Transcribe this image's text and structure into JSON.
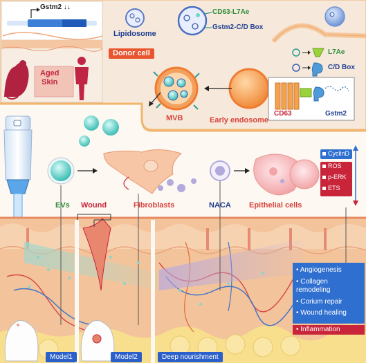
{
  "colors": {
    "donor_bg": "#f4e4d3",
    "cell_border": "#f1b56c",
    "accent_red": "#e8552e",
    "ev_teal": "#4cc6bf",
    "skin_peach": "#f3c49b",
    "fat_yellow": "#f7dd86",
    "blue_box": "#2f6fd0",
    "red_box": "#c8243a",
    "dark_navy": "#1f3f8f"
  },
  "top": {
    "gene_label": "Gstm2",
    "gene_arrows": "↓↓",
    "aged_skin": "Aged\nSkin",
    "lipidosome": "Lipidosome",
    "cd63_l7ae": "CD63-L7Ae",
    "gstm2_cd_box": "Gstm2-C/D Box",
    "donor_cell": "Donor cell",
    "l7ae": "L7Ae",
    "cd_box": "C/D Box",
    "mvb": "MVB",
    "early_endosome": "Early endosome",
    "cd63": "CD63",
    "gstm2": "Gstm2"
  },
  "middle": {
    "evs": "EVs",
    "wound": "Wound",
    "fibroblasts": "Fibroblasts",
    "naca": "NACA",
    "epithelial_cells": "Epithelial cells",
    "markers_up": [
      "CyclinD"
    ],
    "markers_down": [
      "ROS",
      "p-ERK",
      "ETS"
    ]
  },
  "bottom": {
    "model1": "Model1",
    "model2": "Model2",
    "deep_nourishment": "Deep nourishment",
    "effects": [
      "Angiogenesis",
      "Collagen\nremodeling",
      "Corium repair",
      "Wound healing"
    ],
    "inflammation": "Inflammation"
  }
}
